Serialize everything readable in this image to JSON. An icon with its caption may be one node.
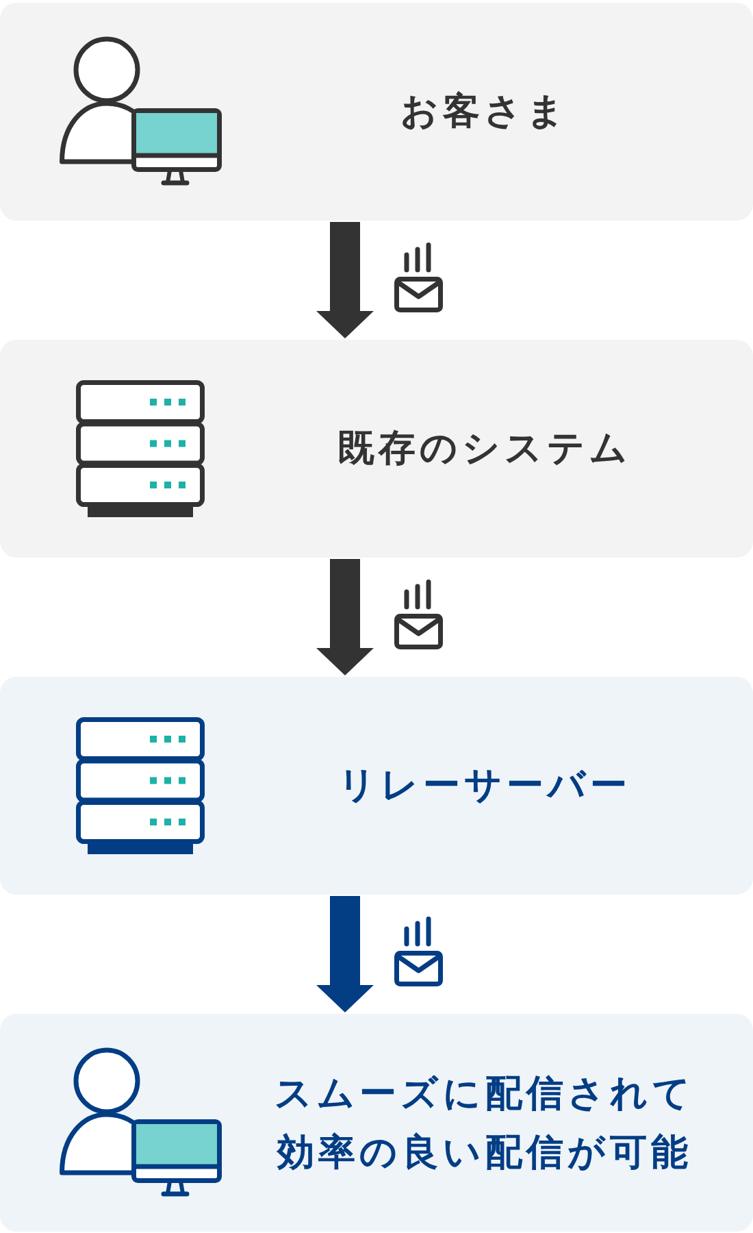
{
  "diagram": {
    "nodes": [
      {
        "text": [
          "お客さま"
        ]
      },
      {
        "text": [
          "既存のシステム"
        ]
      },
      {
        "text": [
          "リレーサーバー"
        ]
      },
      {
        "text": [
          "スムーズに配信されて効率の良い配信が可能"
        ]
      }
    ],
    "edges": [
      {
        "from": 0,
        "to": 1,
        "arrow": "to"
      },
      {
        "from": 1,
        "to": 2,
        "arrow": "to"
      },
      {
        "from": 2,
        "to": 3,
        "arrow": "to",
        "color": "#033d84"
      }
    ]
  }
}
